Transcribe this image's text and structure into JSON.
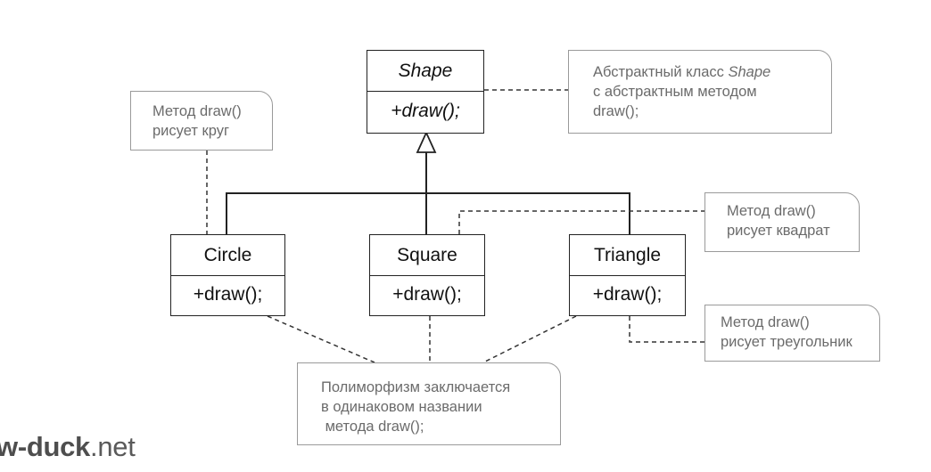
{
  "classes": {
    "shape": {
      "name": "Shape",
      "method": "+draw();"
    },
    "circle": {
      "name": "Circle",
      "method": "+draw();"
    },
    "square": {
      "name": "Square",
      "method": "+draw();"
    },
    "triangle": {
      "name": "Triangle",
      "method": "+draw();"
    }
  },
  "notes": {
    "shape_note": {
      "line1_prefix": "Абстрактный класс ",
      "line1_italic": "Shape",
      "line2": "с абстрактным методом",
      "line3": "draw();"
    },
    "circle_note": {
      "line1": "Метод draw()",
      "line2": "рисует круг"
    },
    "square_note": {
      "line1": "Метод draw()",
      "line2": "рисует квадрат"
    },
    "triangle_note": {
      "line1": "Метод draw()",
      "line2": "рисует треугольник"
    },
    "poly_note": {
      "line1": "Полиморфизм заключается",
      "line2": "в одинаковом названии",
      "line3": " метода draw();"
    }
  },
  "watermark": {
    "bold": "w-duck",
    "rest": ".net"
  },
  "colors": {
    "line": "#222222",
    "note_border": "#9a9a9a",
    "note_text": "#6b6b6b"
  }
}
